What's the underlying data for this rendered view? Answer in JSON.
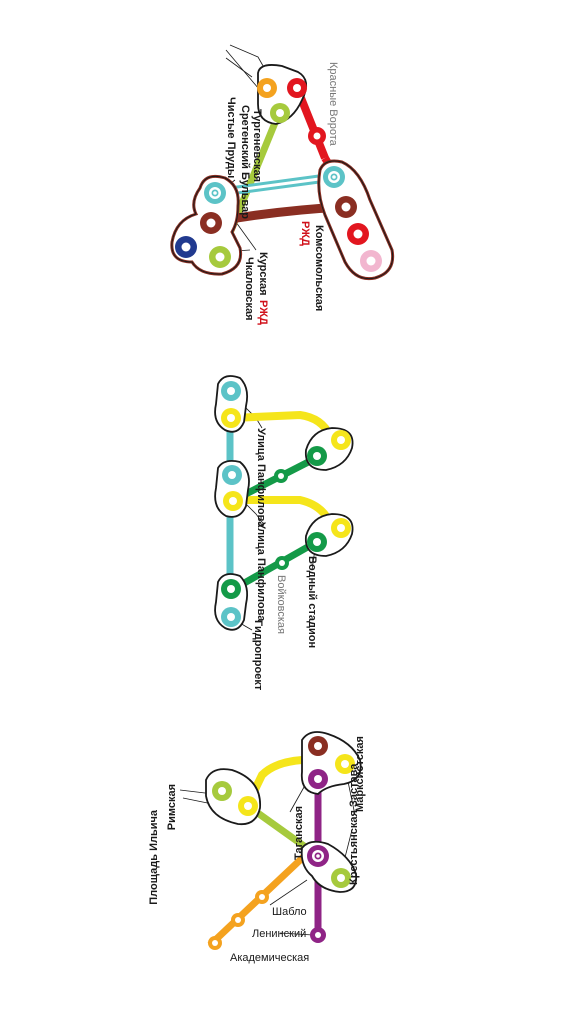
{
  "colors": {
    "red": "#e2161f",
    "lightgreen": "#a6ca3d",
    "orange": "#f4a21f",
    "brown": "#8a2e22",
    "cyan": "#5cc3c7",
    "navy": "#213a8f",
    "pink": "#f2b6cf",
    "yellow": "#f5e51b",
    "green": "#149a48",
    "purple": "#8f2486",
    "rzd_red": "#d0101a"
  },
  "scheme1": {
    "krasnye_vorota": "Красные Ворота",
    "turgenevskaya": "Тургеневская",
    "chistye_prudy": "Чистые Пруды",
    "sretensky_bulvar": "Сретенский Бульвар",
    "komsomolskaya": "Комсомольская",
    "kurskaya": "Курская",
    "chkalovskaya": "Чкаловская",
    "rzd_mark": "РЖД"
  },
  "scheme2": {
    "ulitsa_panfilova_1": "Улица Панфилова",
    "ulitsa_panfilova_2": "Улица Панфилова",
    "voykovskaya": "Войковская",
    "vodny_stadion": "Водный стадион",
    "gidroproekt": "Гидропроект"
  },
  "scheme3": {
    "rimskaya": "Римская",
    "ploshchad_ilyicha": "Площадь Ильича",
    "taganskaya": "Таганская",
    "marksistskaya": "Марксистская",
    "krestyanskaya_zastava": "Крестьянская Застава",
    "shabolovskaya": "Шабло",
    "leninsky": "Ленинский",
    "akademicheskaya": "Академическая"
  }
}
